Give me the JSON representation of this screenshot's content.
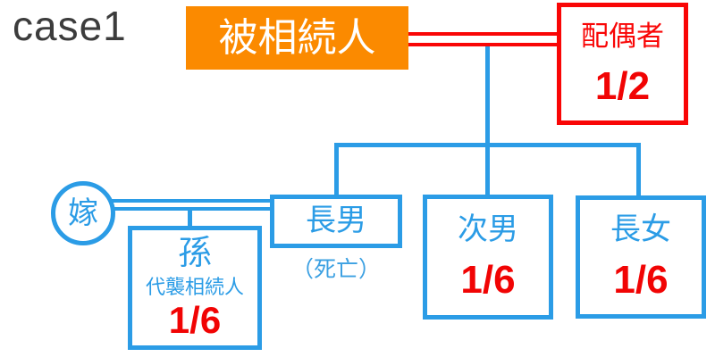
{
  "title": "case1",
  "colors": {
    "orange": "#fb8a00",
    "blue": "#2b9ce6",
    "red": "#f90606",
    "gray_text": "#3c3c3c",
    "share_red": "#f10404",
    "white": "#ffffff"
  },
  "nodes": {
    "deceased": {
      "label": "被相続人"
    },
    "spouse": {
      "label": "配偶者",
      "share": "1/2"
    },
    "bride": {
      "label": "嫁"
    },
    "grandchild": {
      "label": "孫",
      "sublabel": "代襲相続人",
      "share": "1/6"
    },
    "eldest_son": {
      "label": "長男",
      "status": "（死亡）"
    },
    "second_son": {
      "label": "次男",
      "share": "1/6"
    },
    "eldest_daughter": {
      "label": "長女",
      "share": "1/6"
    }
  },
  "relations": {
    "deceased_spouse_marriage": "double-red-line",
    "bride_eldest_son_marriage": "double-blue-line",
    "children_of_deceased": [
      "長男",
      "次男",
      "長女"
    ],
    "child_of_eldest_son": "孫"
  }
}
